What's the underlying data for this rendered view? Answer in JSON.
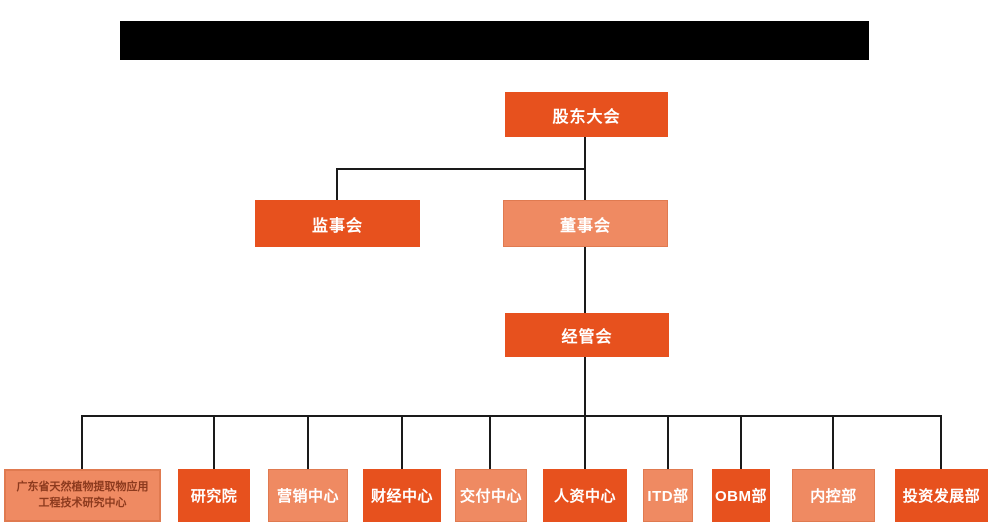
{
  "colors": {
    "page_bg": "#ffffff",
    "redaction": "#000000",
    "dark_orange": "#e7511e",
    "light_orange": "#ef8a62",
    "light_border": "#e07a50",
    "line": "#1a1a1a",
    "text_light": "#ffffff",
    "text_dark": "#8c3a1e"
  },
  "org_chart": {
    "root": {
      "label": "股东大会"
    },
    "level2": [
      {
        "label": "监事会",
        "tone": "dark"
      },
      {
        "label": "董事会",
        "tone": "light"
      }
    ],
    "level3": {
      "label": "经管会"
    },
    "departments": [
      {
        "label": "广东省天然植物提取物应用工程技术研究中心",
        "tone": "light",
        "text_tone": "dark"
      },
      {
        "label": "研究院",
        "tone": "dark",
        "text_tone": "light"
      },
      {
        "label": "营销中心",
        "tone": "light",
        "text_tone": "light"
      },
      {
        "label": "财经中心",
        "tone": "dark",
        "text_tone": "light"
      },
      {
        "label": "交付中心",
        "tone": "light",
        "text_tone": "light"
      },
      {
        "label": "人资中心",
        "tone": "dark",
        "text_tone": "light"
      },
      {
        "label": "ITD部",
        "tone": "light",
        "text_tone": "light"
      },
      {
        "label": "OBM部",
        "tone": "dark",
        "text_tone": "light"
      },
      {
        "label": "内控部",
        "tone": "light",
        "text_tone": "light"
      },
      {
        "label": "投资发展部",
        "tone": "dark",
        "text_tone": "light"
      }
    ]
  }
}
